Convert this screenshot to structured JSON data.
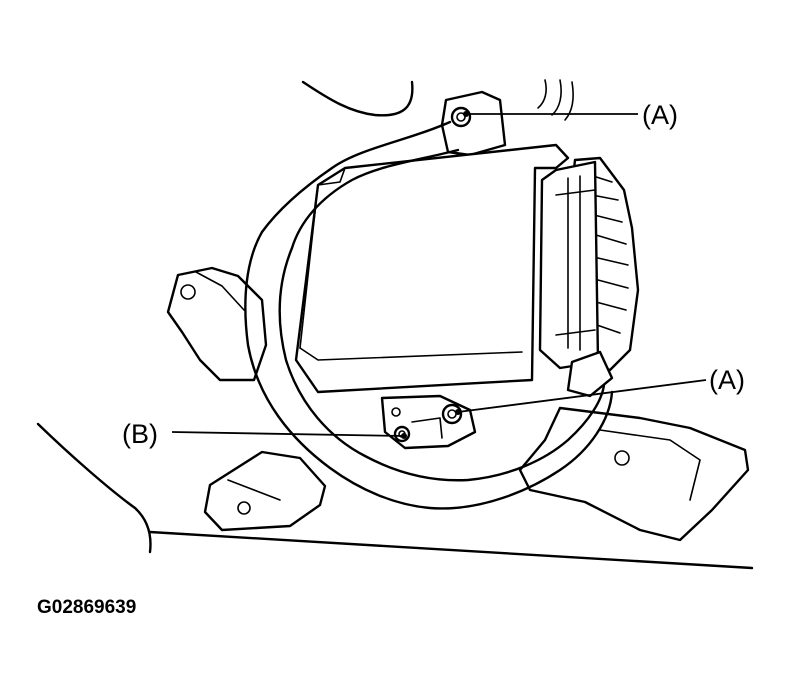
{
  "callouts": {
    "a_top": "(A)",
    "a_bottom": "(A)",
    "b": "(B)"
  },
  "figure_id": "G02869639",
  "icons": [
    "control-module",
    "bracket",
    "wiring-harness",
    "connector",
    "bolt-a",
    "bolt-b"
  ],
  "colors": {
    "line": "#000000",
    "background": "#ffffff"
  }
}
